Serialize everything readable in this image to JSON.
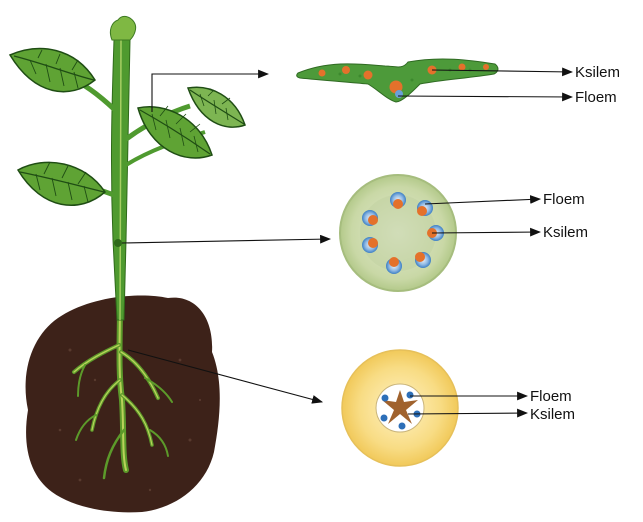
{
  "labels": {
    "leaf_xylem": "Ksilem",
    "leaf_phloem": "Floem",
    "stem_phloem": "Floem",
    "stem_xylem": "Ksilem",
    "root_phloem": "Floem",
    "root_xylem": "Ksilem"
  },
  "colors": {
    "leaf_green": "#5fa334",
    "leaf_vein": "#1f4d14",
    "stem_green": "#4f9a2f",
    "soil": "#3d2219",
    "xylem_orange": "#e4712b",
    "phloem_blue": "#3c7fc4",
    "stem_section_fill": "#cfdcb0",
    "root_section_fill": "#f6d77a",
    "arrow": "#111111"
  }
}
